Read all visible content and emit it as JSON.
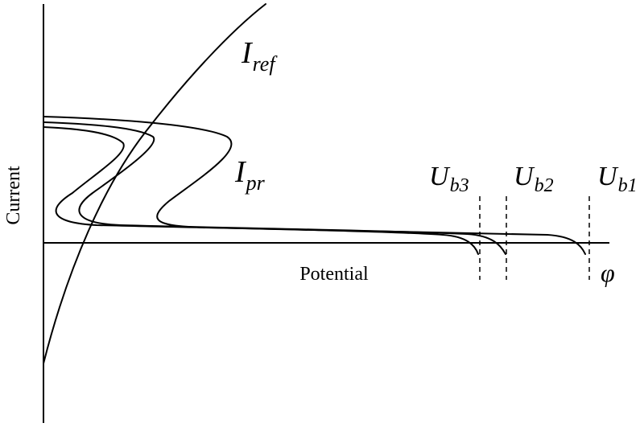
{
  "axes": {
    "y_label": "Current",
    "x_label": "Potential",
    "x_symbol": "φ"
  },
  "curves": {
    "ref": {
      "main": "I",
      "sub": "ref"
    },
    "pr": {
      "main": "I",
      "sub": "pr"
    }
  },
  "markers": [
    {
      "main": "U",
      "sub": "b3"
    },
    {
      "main": "U",
      "sub": "b2"
    },
    {
      "main": "U",
      "sub": "b1"
    }
  ],
  "colors": {
    "ink": "#000000",
    "background": "#ffffff"
  }
}
